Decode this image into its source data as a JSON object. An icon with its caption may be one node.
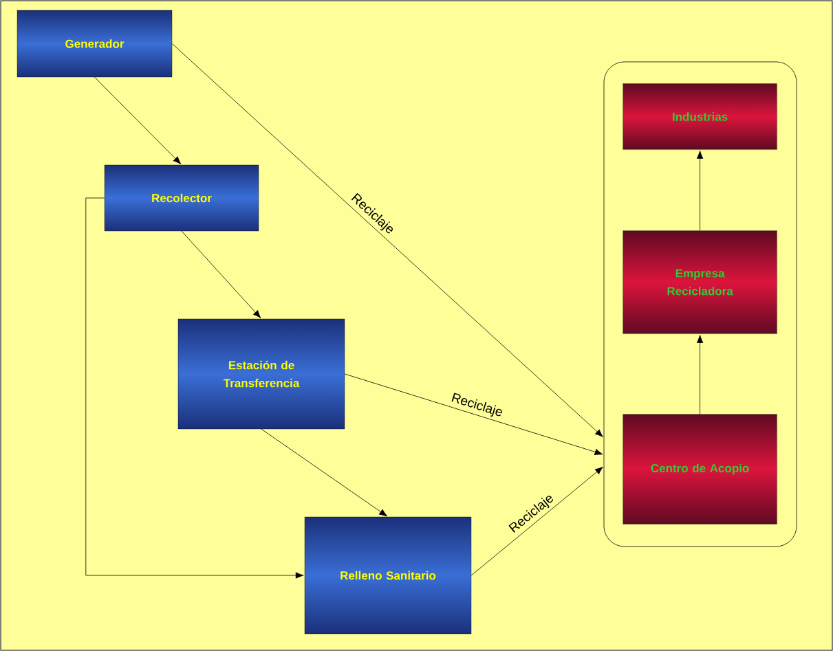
{
  "diagram": {
    "nodes": [
      {
        "text": [
          "Generador"
        ]
      },
      {
        "text": [
          "Recolector"
        ]
      },
      {
        "text": [
          "Estación de Transferencia"
        ]
      },
      {
        "text": [
          "Relleno Sanitario"
        ]
      },
      {
        "text": [],
        "shape": "box"
      },
      {
        "text": [
          "Industrias"
        ],
        "in": 4
      },
      {
        "text": [
          "Empresa Recicladora"
        ],
        "in": 4
      },
      {
        "text": [
          "Centro de Acopio"
        ],
        "in": 4
      }
    ],
    "edges": [
      {
        "from": 0,
        "to": 1,
        "arrow": "to"
      },
      {
        "from": 0,
        "to": 4,
        "arrow": "to",
        "label": "Reciclaje"
      },
      {
        "from": 1,
        "to": 2,
        "arrow": "to"
      },
      {
        "from": 1,
        "to": 3,
        "arrow": "to"
      },
      {
        "from": 2,
        "to": 4,
        "arrow": "to",
        "label": "Reciclaje"
      },
      {
        "from": 2,
        "to": 3,
        "arrow": "to"
      },
      {
        "from": 3,
        "to": 4,
        "arrow": "to",
        "label": "Reciclaje"
      },
      {
        "from": 7,
        "to": 6,
        "arrow": "to"
      },
      {
        "from": 6,
        "to": 5,
        "arrow": "to"
      }
    ]
  }
}
